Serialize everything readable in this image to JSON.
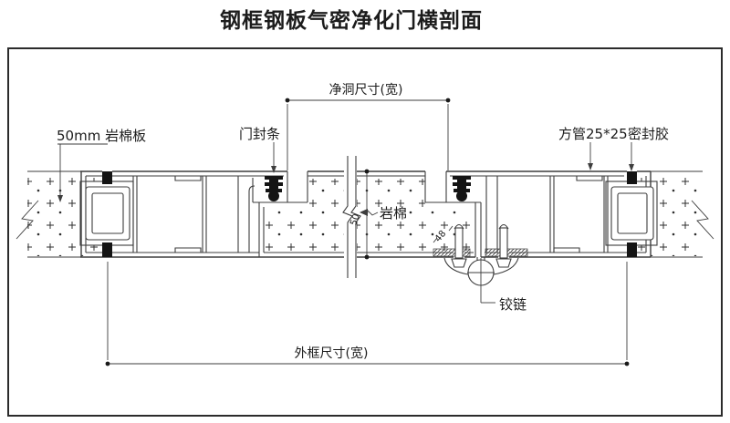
{
  "title": "钢框钢板气密净化门横剖面",
  "labels": {
    "rock_wool_board": "50mm 岩棉板",
    "door_seal": "门封条",
    "clear_opening": "净洞尺寸(宽)",
    "square_tube": "方管25*25",
    "sealant": "密封胶",
    "rock_wool": "岩棉",
    "hinge": "铰链",
    "outer_frame": "外框尺寸(宽)",
    "leaf_thickness": "50",
    "hinge_offset": "48"
  },
  "colors": {
    "line": "#3d3d3d",
    "ink": "#1c1c1c",
    "seal": "#141414",
    "border": "#2b2b2b",
    "background": "#ffffff"
  }
}
